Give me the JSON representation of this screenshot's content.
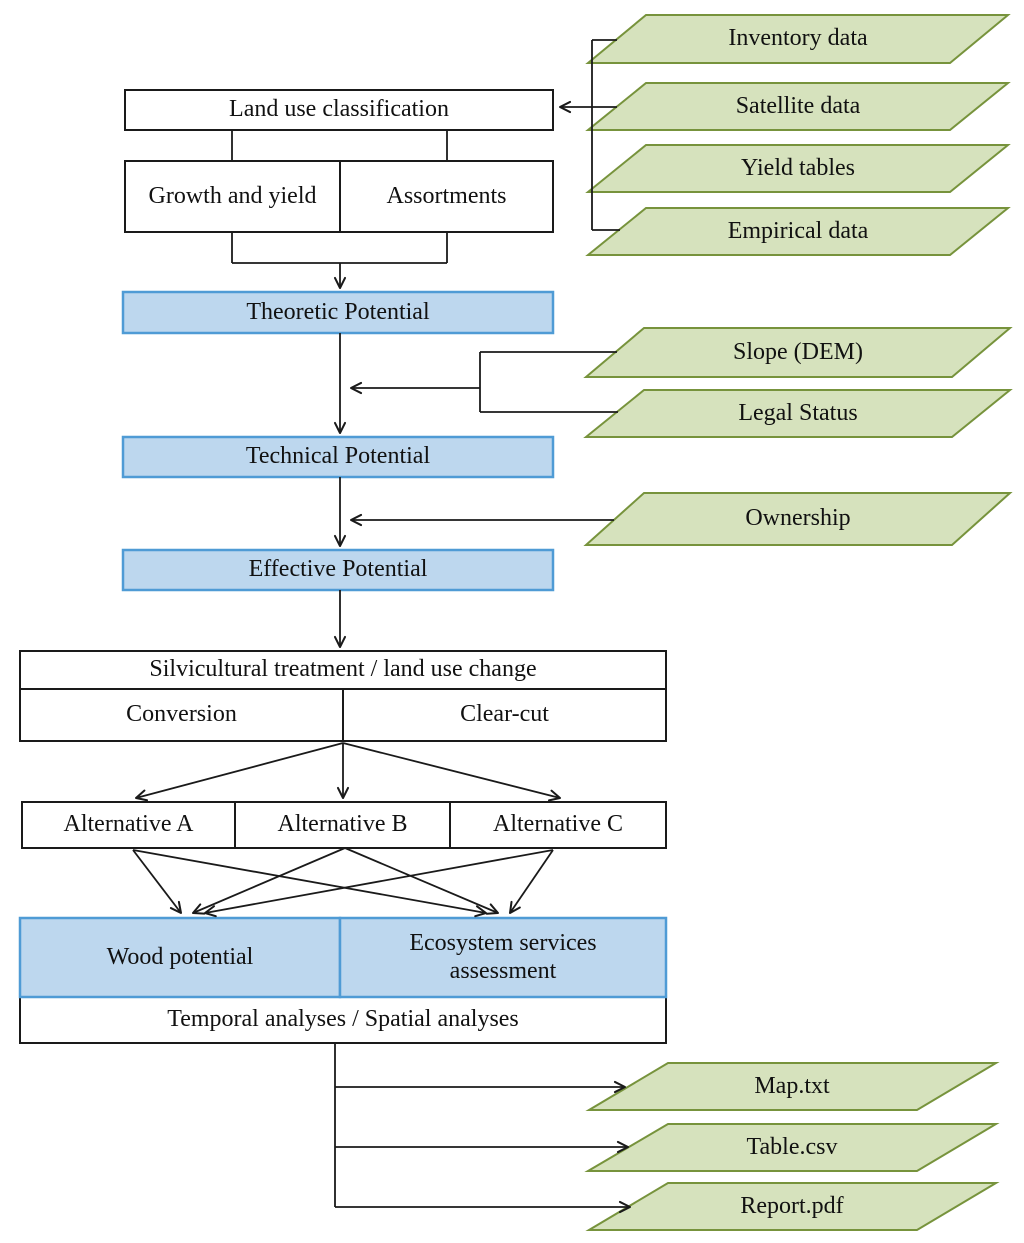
{
  "diagram": {
    "nodes": {
      "land_use_classification": "Land use classification",
      "growth_and_yield": "Growth and yield",
      "assortments": "Assortments",
      "theoretic_potential": "Theoretic Potential",
      "technical_potential": "Technical Potential",
      "effective_potential": "Effective Potential",
      "silvicultural_treatment": "Silvicultural treatment / land use change",
      "conversion": "Conversion",
      "clear_cut": "Clear-cut",
      "alternative_a": "Alternative A",
      "alternative_b": "Alternative B",
      "alternative_c": "Alternative C",
      "wood_potential": "Wood potential",
      "ecosystem_services": "Ecosystem services assessment",
      "analyses": "Temporal analyses / Spatial analyses"
    },
    "data_inputs": {
      "inventory": "Inventory data",
      "satellite": "Satellite data",
      "yield_tables": "Yield tables",
      "empirical": "Empirical data",
      "slope": "Slope (DEM)",
      "legal_status": "Legal Status",
      "ownership": "Ownership"
    },
    "data_outputs": {
      "map": "Map.txt",
      "table": "Table.csv",
      "report": "Report.pdf"
    },
    "colors": {
      "data_parallelogram_fill": "#d6e2bd",
      "data_parallelogram_border": "#77933c",
      "potential_fill": "#bdd7ee",
      "potential_border": "#4f9bd5",
      "process_box_fill": "#ffffff",
      "process_box_border": "#1a1a1a",
      "connector": "#1a1a1a"
    }
  }
}
